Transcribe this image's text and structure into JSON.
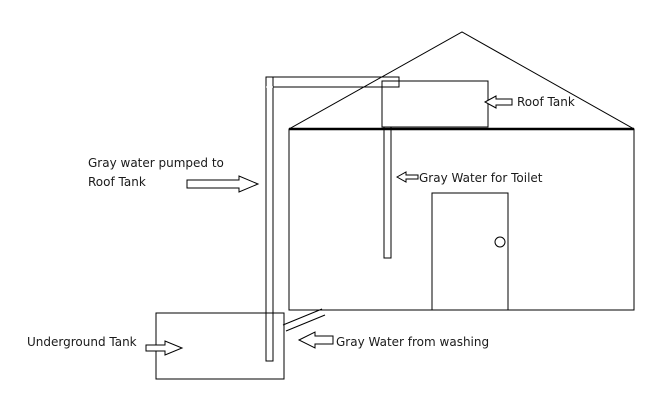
{
  "labels": {
    "roof_tank": "Roof Tank",
    "gray_water_pumped_line1": "Gray water pumped to",
    "gray_water_pumped_line2": "Roof Tank",
    "gray_water_for_toilet": "Gray Water for Toilet",
    "underground_tank": "Underground Tank",
    "gray_water_from_washing": "Gray Water from washing"
  },
  "colors": {
    "line": "#000000",
    "background": "#ffffff"
  }
}
